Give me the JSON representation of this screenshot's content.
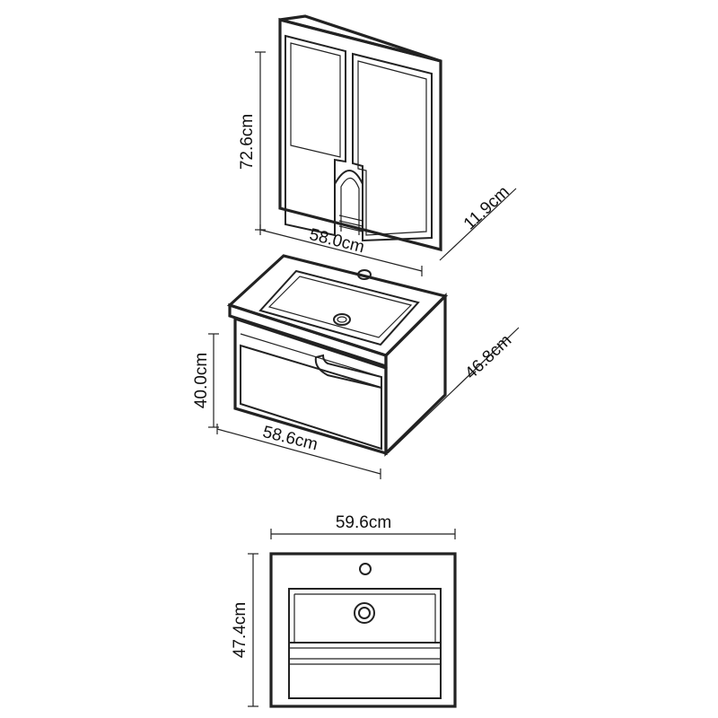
{
  "mirror_cabinet": {
    "height": "72.6cm",
    "width": "58.0cm",
    "depth": "11.9cm"
  },
  "vanity_unit": {
    "height": "40.0cm",
    "width": "58.6cm",
    "depth": "46.8cm"
  },
  "basin_top_view": {
    "width": "59.6cm",
    "depth": "47.4cm"
  },
  "colors": {
    "line": "#222222",
    "background": "#ffffff"
  }
}
